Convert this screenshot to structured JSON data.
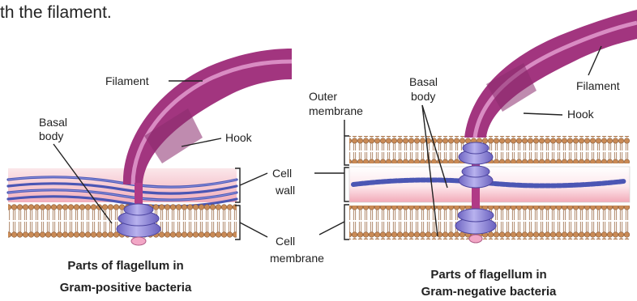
{
  "intro_text": "th the filament.",
  "colors": {
    "filament": "#a2357f",
    "filament_light": "#d98cc3",
    "basal_body": "#8f86d6",
    "membrane_head": "#c98a55",
    "wall_blue": "#4b56b4",
    "wall_pink": "#f2b7c2"
  },
  "left": {
    "labels": {
      "filament": "Filament",
      "basal_1": "Basal",
      "basal_2": "body",
      "hook": "Hook"
    },
    "caption": [
      "Parts of flagellum in",
      "Gram-positive bacteria"
    ]
  },
  "middle": {
    "cell_wall": [
      "Cell",
      "wall"
    ],
    "cell_membrane": [
      "Cell",
      "membrane"
    ]
  },
  "right": {
    "labels": {
      "outer_1": "Outer",
      "outer_2": "membrane",
      "basal_1": "Basal",
      "basal_2": "body",
      "filament": "Filament",
      "hook": "Hook"
    },
    "caption": [
      "Parts of flagellum in",
      "Gram-negative bacteria"
    ]
  }
}
